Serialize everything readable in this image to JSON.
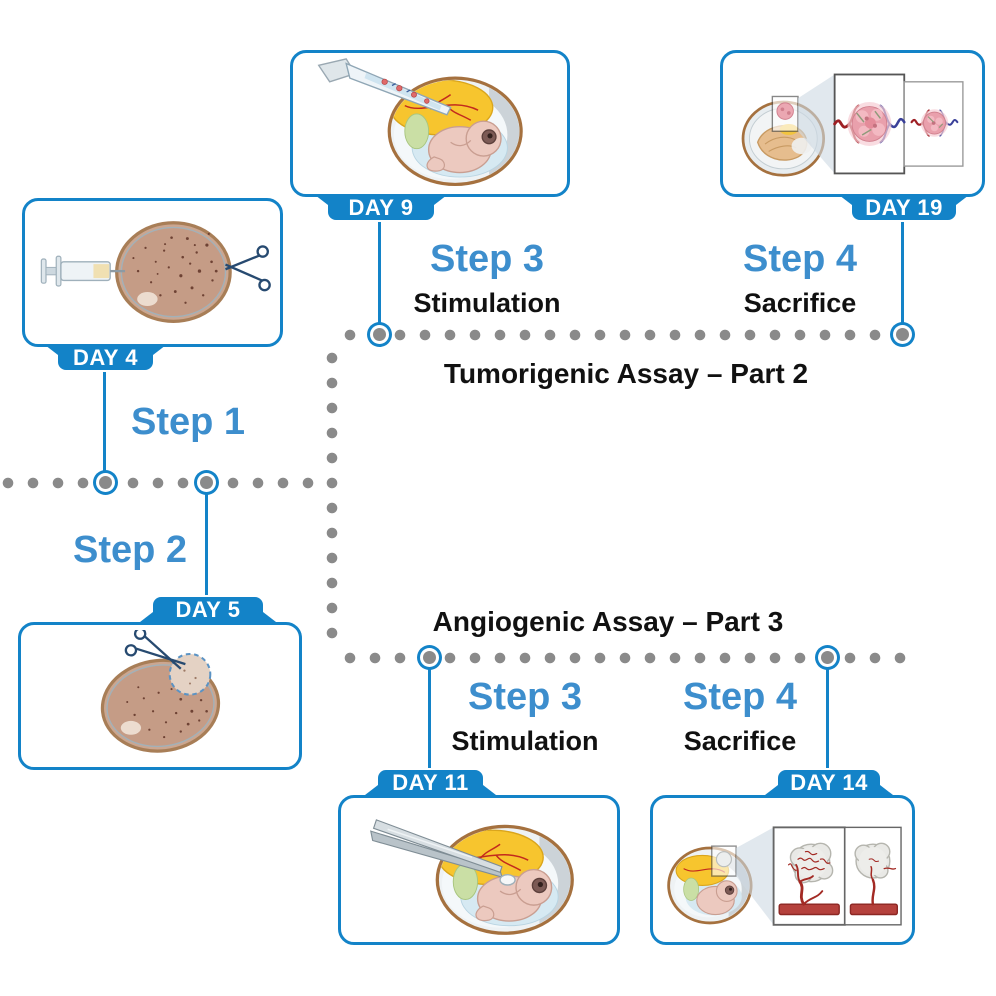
{
  "colors": {
    "accent_blue": "#1383c8",
    "step_blue": "#3d8ecd",
    "dot_gray": "#8a8a8a",
    "text_black": "#111111",
    "badge_text": "#ffffff"
  },
  "part1": {
    "step1": {
      "label": "Step 1",
      "day": "DAY 4",
      "illustration": "egg-injection"
    },
    "step2": {
      "label": "Step 2",
      "day": "DAY 5",
      "illustration": "egg-windowing"
    }
  },
  "tumorigenic": {
    "title": "Tumorigenic Assay – Part 2",
    "step3": {
      "label": "Step 3",
      "sub": "Stimulation",
      "day": "DAY 9",
      "illustration": "pipette-cells-on-cam"
    },
    "step4": {
      "label": "Step 4",
      "sub": "Sacrifice",
      "day": "DAY 19",
      "illustration": "tumor-vessel-panels"
    }
  },
  "angiogenic": {
    "title": "Angiogenic Assay – Part 3",
    "step3": {
      "label": "Step 3",
      "sub": "Stimulation",
      "day": "DAY 11",
      "illustration": "tweezers-onplant-on-cam"
    },
    "step4": {
      "label": "Step 4",
      "sub": "Sacrifice",
      "day": "DAY 14",
      "illustration": "onplant-vessel-panels"
    }
  }
}
